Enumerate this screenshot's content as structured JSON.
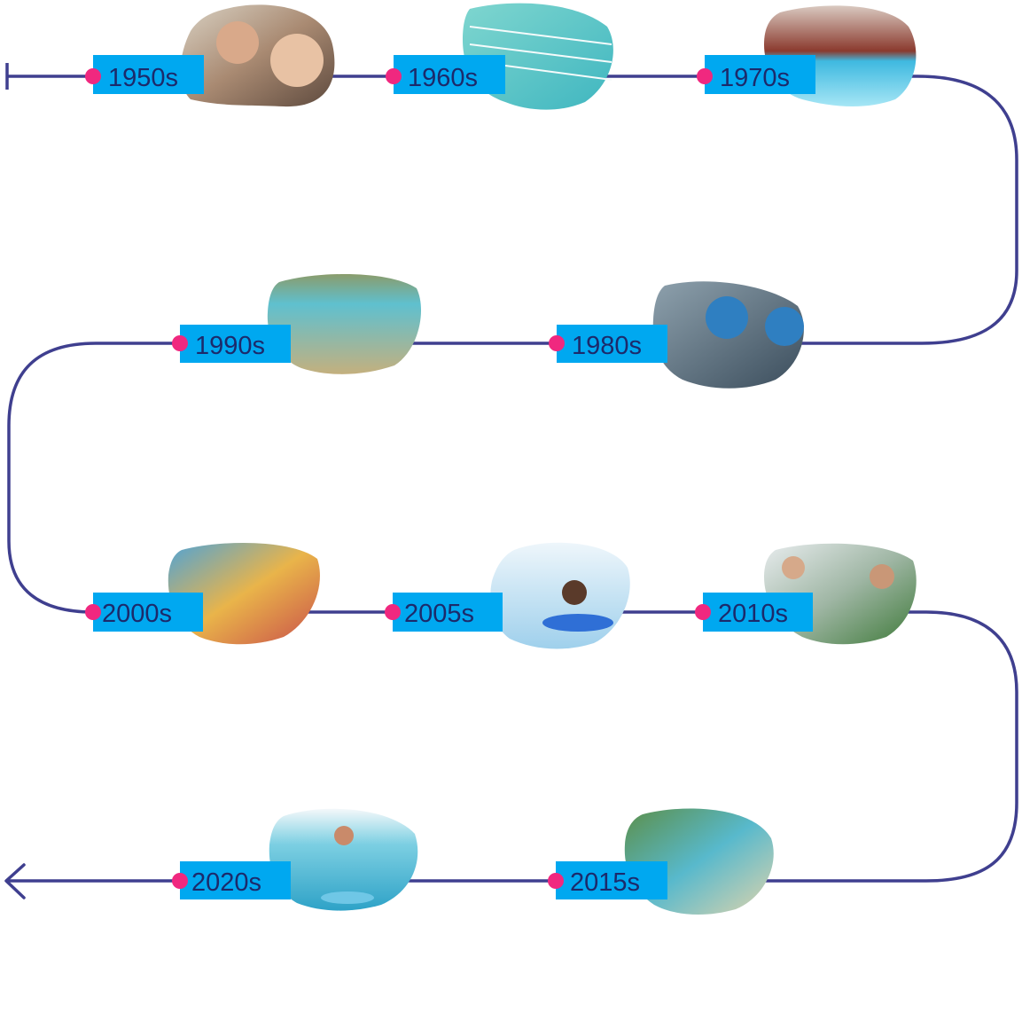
{
  "timeline": {
    "line_color": "#3f3f8f",
    "label_bg_color": "#00a8f0",
    "dot_color": "#f0287f",
    "text_color": "#1c2a6b",
    "milestones": [
      {
        "label": "1950s",
        "photo": "father-and-son-photo"
      },
      {
        "label": "1960s",
        "photo": "swimming-pool-lanes-photo"
      },
      {
        "label": "1970s",
        "photo": "wave-pool-amusement-park-photo"
      },
      {
        "label": "1980s",
        "photo": "wave-machine-blowers-photo"
      },
      {
        "label": "1990s",
        "photo": "crowded-wave-pool-photo"
      },
      {
        "label": "2000s",
        "photo": "indoor-waterpark-slides-photo"
      },
      {
        "label": "2005s",
        "photo": "boy-on-bodyboard-photo"
      },
      {
        "label": "2010s",
        "photo": "riders-on-water-slide-photo"
      },
      {
        "label": "2015s",
        "photo": "resort-aerial-rendering-photo"
      },
      {
        "label": "2020s",
        "photo": "surfer-on-wave-photo"
      }
    ]
  }
}
